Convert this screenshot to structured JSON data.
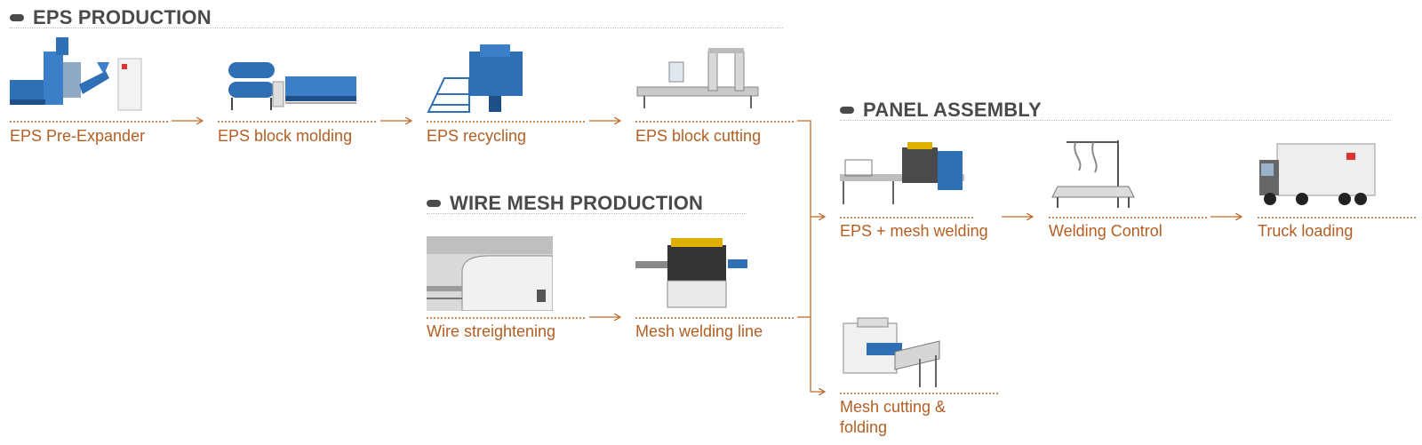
{
  "sections": {
    "eps": {
      "title": "EPS PRODUCTION"
    },
    "panel": {
      "title": "PANEL ASSEMBLY"
    },
    "wire": {
      "title": "WIRE MESH PRODUCTION"
    }
  },
  "steps": {
    "pre_expander": {
      "label": "EPS Pre-Expander",
      "image_icon": "pre-expander-machine-icon"
    },
    "block_molding": {
      "label": "EPS block molding",
      "image_icon": "block-molding-machine-icon"
    },
    "recycling": {
      "label": "EPS recycling",
      "image_icon": "recycling-machine-icon"
    },
    "block_cutting": {
      "label": "EPS block cutting",
      "image_icon": "block-cutting-machine-icon"
    },
    "wire_straightening": {
      "label": "Wire streightening",
      "image_icon": "wire-straightening-machine-icon"
    },
    "mesh_welding_line": {
      "label": "Mesh welding line",
      "image_icon": "mesh-welding-line-machine-icon"
    },
    "eps_mesh_welding": {
      "label": "EPS + mesh welding",
      "image_icon": "eps-mesh-welding-machine-icon"
    },
    "welding_control": {
      "label": "Welding Control",
      "image_icon": "welding-control-station-icon"
    },
    "truck_loading": {
      "label": "Truck loading",
      "image_icon": "truck-icon"
    },
    "mesh_cutting": {
      "label_line1": "Mesh cutting &",
      "label_line2": "folding",
      "image_icon": "mesh-cutting-machine-icon"
    }
  },
  "colors": {
    "accent": "#b35e22",
    "heading": "#4a4a4a",
    "machine_blue": "#2f6fb5",
    "rule": "#c98a5a"
  }
}
